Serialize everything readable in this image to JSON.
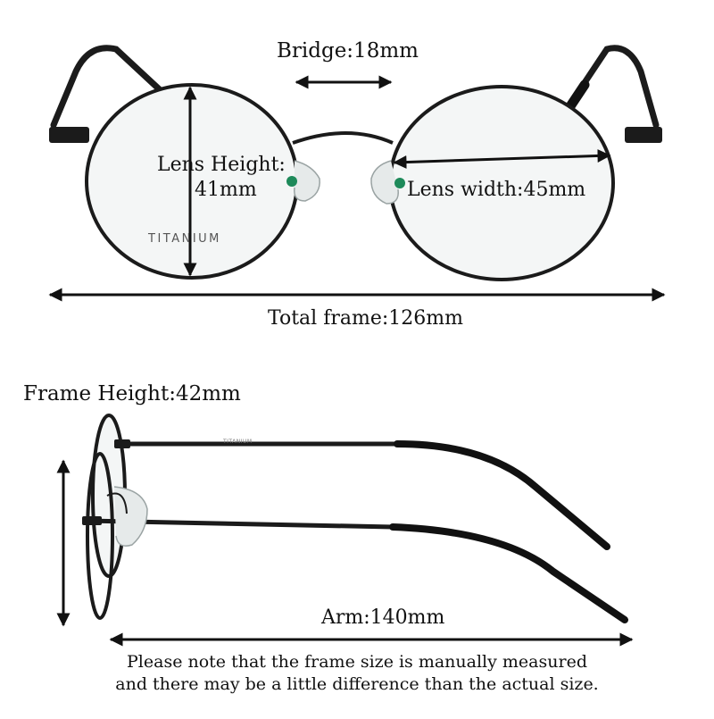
{
  "labels": {
    "bridge": "Bridge:18mm",
    "lens_height_line1": "Lens Height:",
    "lens_height_line2": "41mm",
    "lens_width": "Lens width:45mm",
    "total_frame": "Total frame:126mm",
    "frame_height": "Frame Height:42mm",
    "arm": "Arm:140mm"
  },
  "lens_engraving": "TITANIUM",
  "temple_engraving": "TITANIUM",
  "note": {
    "line1": "Please note that  the frame size is manually measured",
    "line2": "and there may be a little difference than the actual size."
  },
  "colors": {
    "frame": "#1b1b1b",
    "lens_tint": "#f4f6f6",
    "nose_pad_accent": "#1e8a5a",
    "text": "#111111",
    "background": "#ffffff"
  }
}
